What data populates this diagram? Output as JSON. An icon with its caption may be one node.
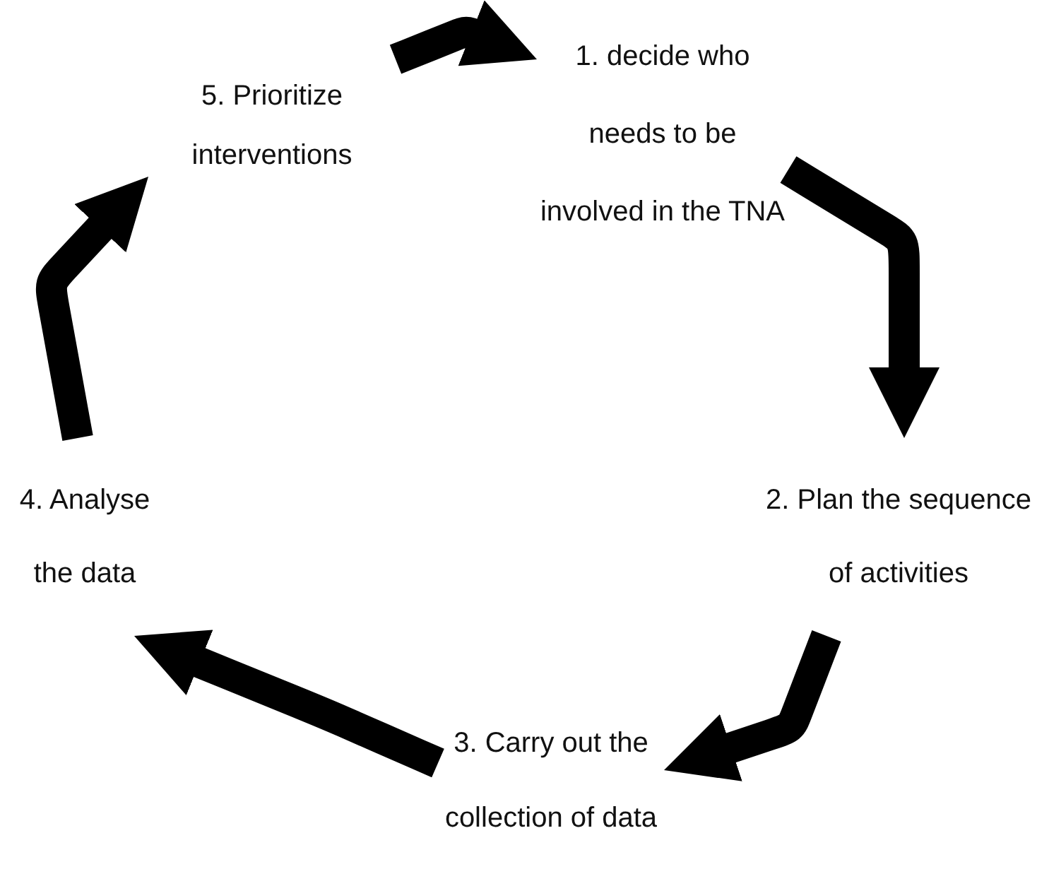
{
  "diagram": {
    "nodes": [
      {
        "text": [
          "5. Prioritize interventions"
        ]
      },
      {
        "text": [
          "1. decide who needs to be involved in the TNA"
        ]
      },
      {
        "text": [
          "2. Plan the sequence of activities"
        ]
      },
      {
        "text": [
          "3. Carry out the collection of data"
        ]
      },
      {
        "text": [
          "4. Analyse the data"
        ]
      }
    ],
    "edges": [
      {
        "from": 0,
        "to": 1,
        "arrow": "to"
      },
      {
        "from": 1,
        "to": 2,
        "arrow": "to"
      },
      {
        "from": 2,
        "to": 3,
        "arrow": "to"
      },
      {
        "from": 3,
        "to": 4,
        "arrow": "to"
      },
      {
        "from": 4,
        "to": 0,
        "arrow": "to"
      }
    ]
  }
}
